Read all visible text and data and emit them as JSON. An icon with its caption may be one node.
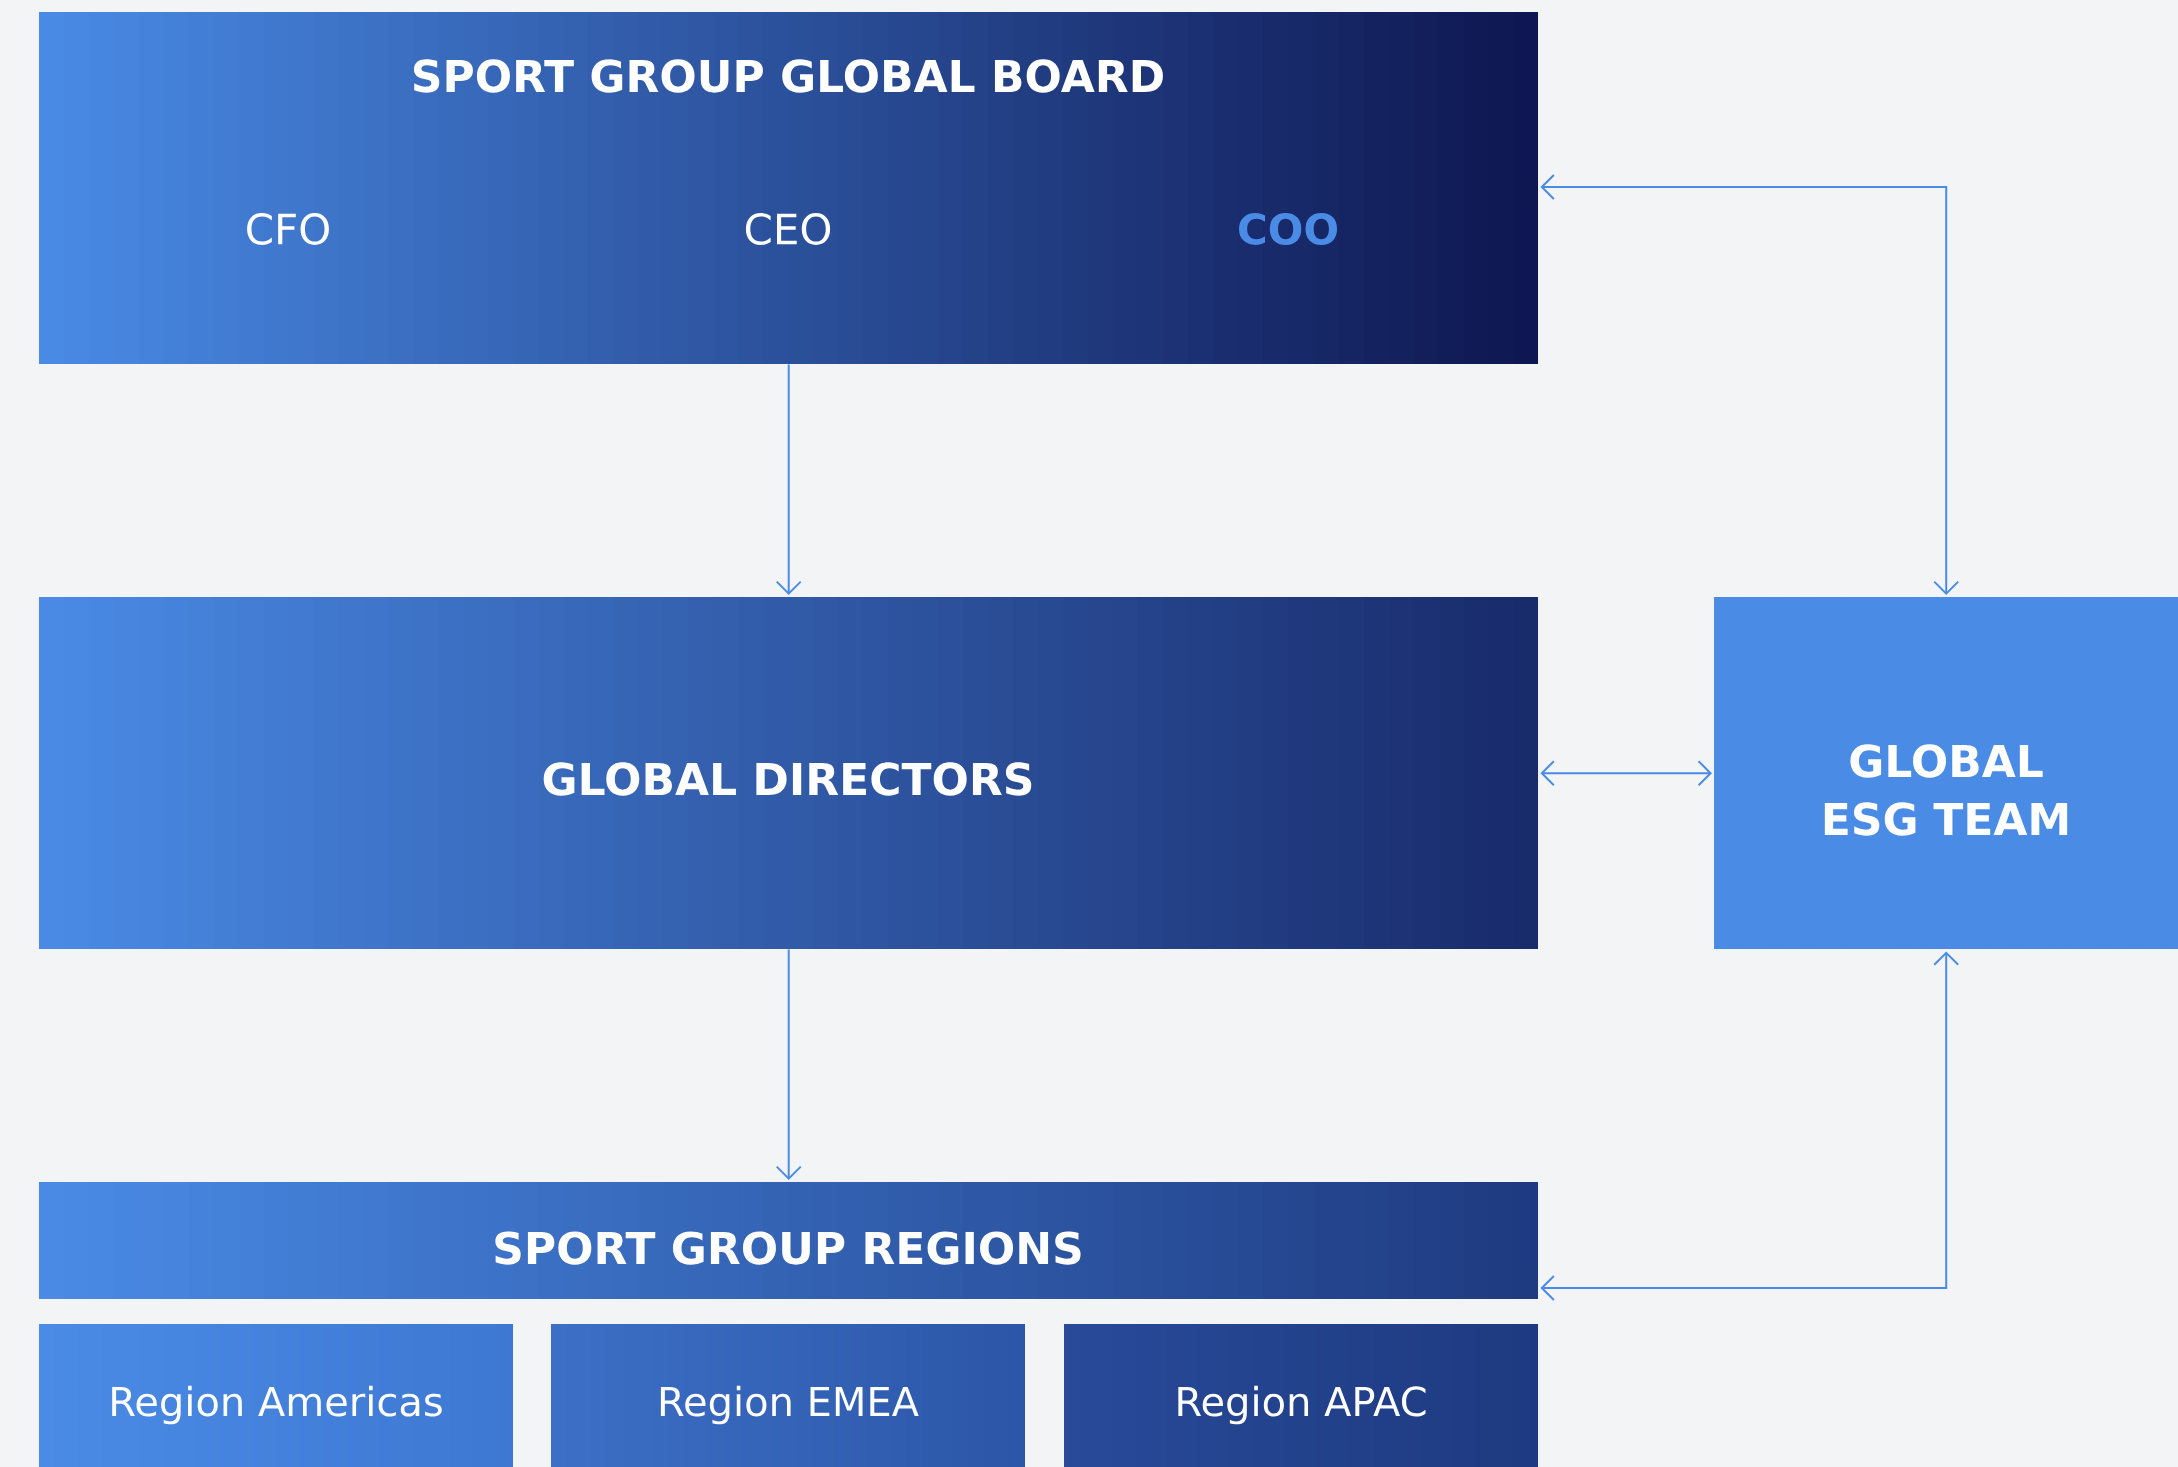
{
  "diagram": {
    "nodes": [
      {
        "text": [
          "SPORT GROUP GLOBAL BOARD",
          "CFO",
          "CEO",
          "COO"
        ]
      },
      {
        "text": [
          "GLOBAL DIRECTORS"
        ]
      },
      {
        "text": [
          "GLOBAL ESG TEAM"
        ]
      },
      {
        "text": [
          "SPORT GROUP REGIONS"
        ]
      },
      {
        "text": [
          "Region Americas"
        ]
      },
      {
        "text": [
          "Region EMEA"
        ]
      },
      {
        "text": [
          "Region APAC"
        ]
      }
    ],
    "edges": [
      {
        "from": 0,
        "to": 1,
        "arrow": "to"
      },
      {
        "from": 1,
        "to": 3,
        "arrow": "to"
      },
      {
        "from": 2,
        "to": 0,
        "arrow": "both"
      },
      {
        "from": 1,
        "to": 2,
        "arrow": "both"
      },
      {
        "from": 2,
        "to": 3,
        "arrow": "both"
      }
    ]
  }
}
